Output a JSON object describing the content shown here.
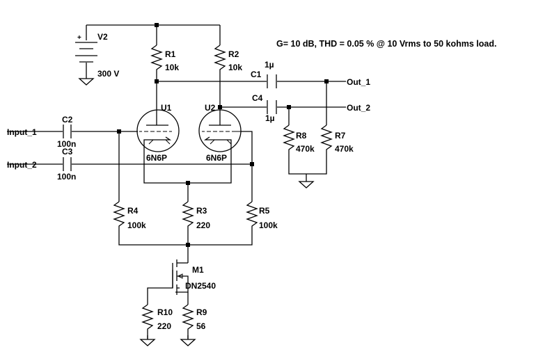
{
  "annotation": "G= 10 dB, THD = 0.05 % @ 10 Vrms to 50 kohms load.",
  "components": {
    "V2": {
      "name": "V2",
      "value": "300 V",
      "plus": "+"
    },
    "R1": {
      "name": "R1",
      "value": "10k"
    },
    "R2": {
      "name": "R2",
      "value": "10k"
    },
    "R3": {
      "name": "R3",
      "value": "220"
    },
    "R4": {
      "name": "R4",
      "value": "100k"
    },
    "R5": {
      "name": "R5",
      "value": "100k"
    },
    "R7": {
      "name": "R7",
      "value": "470k"
    },
    "R8": {
      "name": "R8",
      "value": "470k"
    },
    "R9": {
      "name": "R9",
      "value": "56"
    },
    "R10": {
      "name": "R10",
      "value": "220"
    },
    "C1": {
      "name": "C1",
      "value": "1µ"
    },
    "C2": {
      "name": "C2",
      "value": "100n"
    },
    "C3": {
      "name": "C3",
      "value": "100n"
    },
    "C4": {
      "name": "C4",
      "value": "1µ"
    },
    "U1": {
      "name": "U1",
      "value": "6N6P"
    },
    "U2": {
      "name": "U2",
      "value": "6N6P"
    },
    "M1": {
      "name": "M1",
      "value": "DN2540"
    }
  },
  "ports": {
    "input_1": "Input_1",
    "input_2": "Input_2",
    "out_1": "Out_1",
    "out_2": "Out_2"
  },
  "colors": {
    "ink": "#000000",
    "background": "#ffffff"
  }
}
